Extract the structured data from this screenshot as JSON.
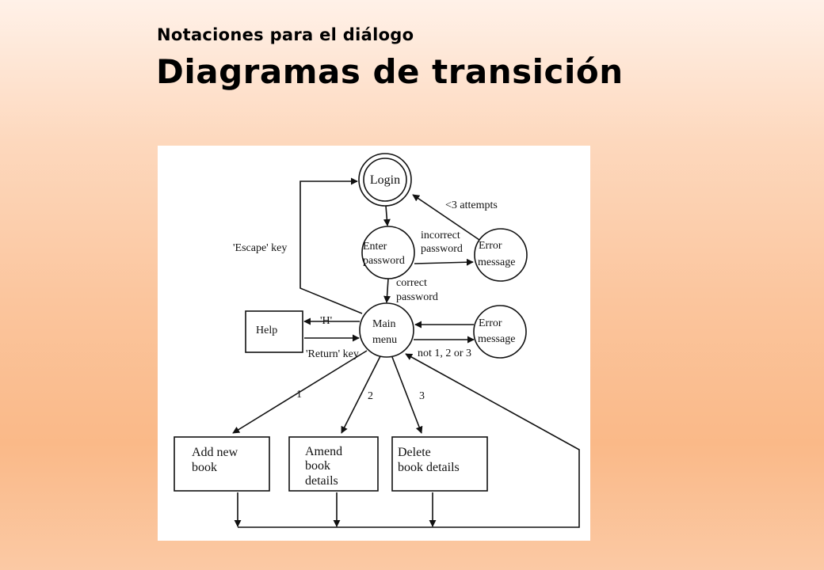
{
  "header": {
    "subtitle": "Notaciones para el diálogo",
    "title": "Diagramas de transición"
  },
  "diagram": {
    "states": {
      "login": "Login",
      "enter_password": [
        "Enter",
        "password"
      ],
      "error_message_top": [
        "Error",
        "message"
      ],
      "main_menu": [
        "Main",
        "menu"
      ],
      "error_message_mid": [
        "Error",
        "message"
      ],
      "help": "Help",
      "add_new_book": [
        "Add new",
        "book"
      ],
      "amend_book_details": [
        "Amend",
        "book",
        "details"
      ],
      "delete_book_details": [
        "Delete",
        "book details"
      ]
    },
    "transitions": {
      "attempts": "<3 attempts",
      "escape_key": "'Escape' key",
      "incorrect_password": [
        "incorrect",
        "password"
      ],
      "correct_password": [
        "correct",
        "password"
      ],
      "h_key": "'H'",
      "return_key": "'Return' key",
      "not_123": "not 1, 2 or 3",
      "option_1": "1",
      "option_2": "2",
      "option_3": "3"
    }
  }
}
